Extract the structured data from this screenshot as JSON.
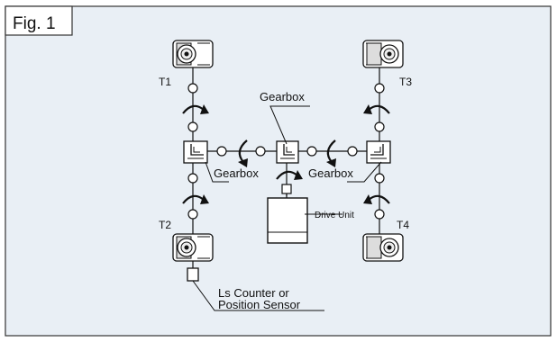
{
  "figure_label": "Fig. 1",
  "colors": {
    "panel_bg": "#e9eff5",
    "panel_border": "#333333",
    "stroke": "#111111",
    "component_fill": "#ffffff"
  },
  "units": {
    "t1": "T1",
    "t2": "T2",
    "t3": "T3",
    "t4": "T4"
  },
  "labels": {
    "gearbox_top": "Gearbox",
    "gearbox_left": "Gearbox",
    "gearbox_right": "Gearbox",
    "drive_unit": "Drive Unit",
    "sensor_line1": "Ls Counter or",
    "sensor_line2": "Position Sensor"
  },
  "icons": {
    "jack": "worm-gear-screw-jack-icon",
    "gearbox": "bevel-gearbox-icon",
    "coupling": "shaft-coupling-icon",
    "rotation": "rotation-arrow-icon"
  }
}
